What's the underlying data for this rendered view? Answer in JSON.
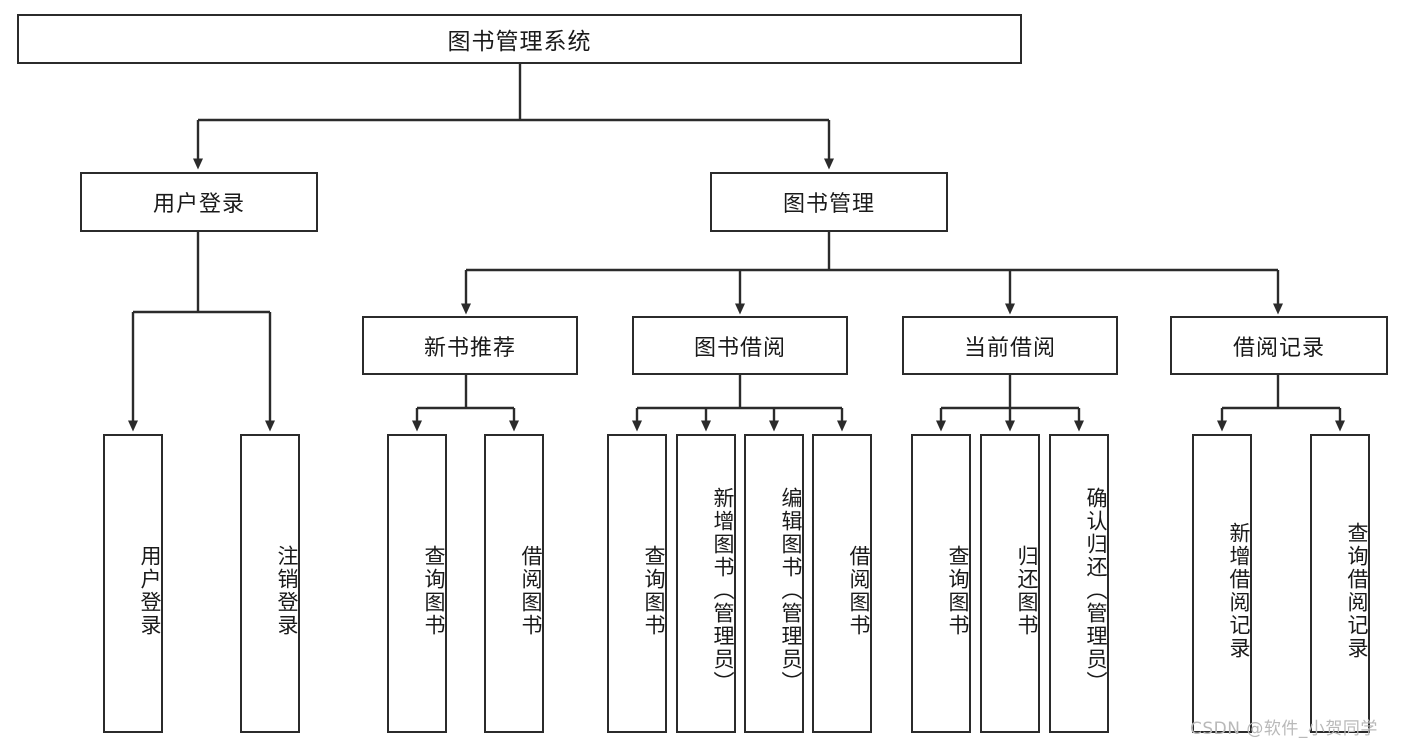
{
  "diagram": {
    "type": "hierarchy-tree",
    "title": "图书管理系统",
    "orientation": "top-down",
    "colors": {
      "stroke": "#2b2b2b",
      "fill": "#ffffff",
      "text": "#1a1a1a",
      "watermark": "#b9b9b9"
    },
    "levels": [
      {
        "level": 1,
        "nodes": [
          {
            "id": "root",
            "label": "图书管理系统",
            "orientation": "horizontal"
          }
        ]
      },
      {
        "level": 2,
        "nodes": [
          {
            "id": "login",
            "label": "用户登录",
            "orientation": "horizontal",
            "parent": "root"
          },
          {
            "id": "bookmgmt",
            "label": "图书管理",
            "orientation": "horizontal",
            "parent": "root"
          }
        ]
      },
      {
        "level": 3,
        "nodes": [
          {
            "id": "newbook",
            "label": "新书推荐",
            "orientation": "horizontal",
            "parent": "bookmgmt"
          },
          {
            "id": "borrow",
            "label": "图书借阅",
            "orientation": "horizontal",
            "parent": "bookmgmt"
          },
          {
            "id": "current",
            "label": "当前借阅",
            "orientation": "horizontal",
            "parent": "bookmgmt"
          },
          {
            "id": "records",
            "label": "借阅记录",
            "orientation": "horizontal",
            "parent": "bookmgmt"
          }
        ]
      },
      {
        "level": 4,
        "nodes": [
          {
            "id": "leaf-1",
            "label": "用户登录",
            "orientation": "vertical",
            "parent": "login"
          },
          {
            "id": "leaf-2",
            "label": "注销登录",
            "orientation": "vertical",
            "parent": "login"
          },
          {
            "id": "leaf-3",
            "label": "查询图书",
            "orientation": "vertical",
            "parent": "newbook"
          },
          {
            "id": "leaf-4",
            "label": "借阅图书",
            "orientation": "vertical",
            "parent": "newbook"
          },
          {
            "id": "leaf-5",
            "label": "查询图书",
            "orientation": "vertical",
            "parent": "borrow"
          },
          {
            "id": "leaf-6",
            "label": "新增图书（管理员）",
            "orientation": "vertical",
            "parent": "borrow"
          },
          {
            "id": "leaf-7",
            "label": "编辑图书（管理员）",
            "orientation": "vertical",
            "parent": "borrow"
          },
          {
            "id": "leaf-8",
            "label": "借阅图书",
            "orientation": "vertical",
            "parent": "borrow"
          },
          {
            "id": "leaf-9",
            "label": "查询图书",
            "orientation": "vertical",
            "parent": "current"
          },
          {
            "id": "leaf-10",
            "label": "归还图书",
            "orientation": "vertical",
            "parent": "current"
          },
          {
            "id": "leaf-11",
            "label": "确认归还（管理员）",
            "orientation": "vertical",
            "parent": "current"
          },
          {
            "id": "leaf-12",
            "label": "新增借阅记录",
            "orientation": "vertical",
            "parent": "records"
          },
          {
            "id": "leaf-13",
            "label": "查询借阅记录",
            "orientation": "vertical",
            "parent": "records"
          }
        ]
      }
    ]
  },
  "watermark": {
    "text": "CSDN @软件_小贺同学"
  }
}
